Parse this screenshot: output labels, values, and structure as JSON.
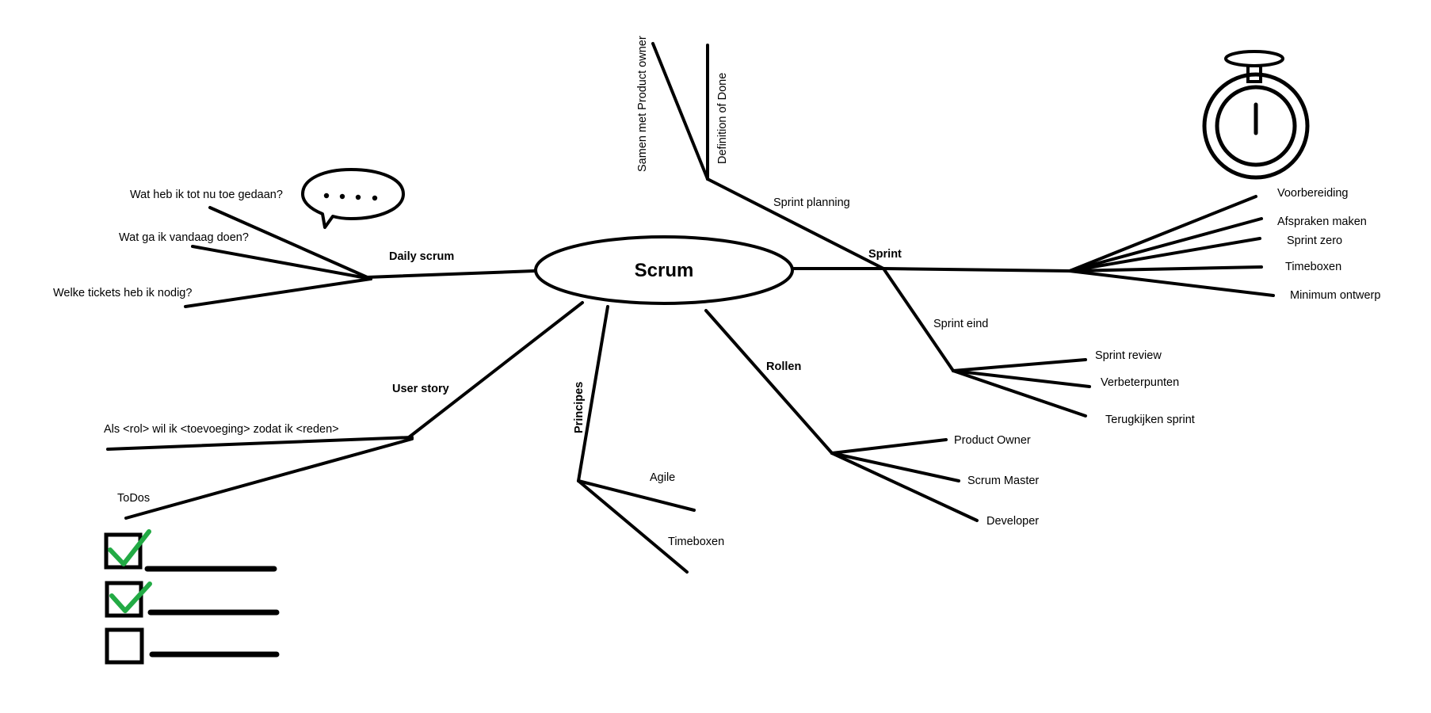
{
  "central": {
    "label": "Scrum"
  },
  "sprint": {
    "label": "Sprint",
    "planning": {
      "label": "Sprint planning",
      "items": [
        "Samen met Product owner",
        "Definition of Done"
      ]
    },
    "prep_items": [
      "Voorbereiding",
      "Afspraken maken",
      "Sprint zero",
      "Timeboxen",
      "Minimum ontwerp"
    ],
    "end": {
      "label": "Sprint eind",
      "items": [
        "Sprint review",
        "Verbeterpunten",
        "Terugkijken sprint"
      ]
    }
  },
  "daily_scrum": {
    "label": "Daily scrum",
    "items": [
      "Wat heb ik tot nu toe gedaan?",
      "Wat ga ik vandaag doen?",
      "Welke tickets heb ik nodig?"
    ]
  },
  "user_story": {
    "label": "User story",
    "items": [
      "Als <rol> wil ik <toevoeging> zodat ik <reden>",
      "ToDos"
    ]
  },
  "principes": {
    "label": "Principes",
    "items": [
      "Agile",
      "Timeboxen"
    ]
  },
  "rollen": {
    "label": "Rollen",
    "items": [
      "Product Owner",
      "Scrum Master",
      "Developer"
    ]
  },
  "todo_list": {
    "checked": [
      true,
      true,
      false
    ]
  },
  "colors": {
    "check": "#22aa44",
    "line": "#000000"
  },
  "icons": [
    "speech-bubble-icon",
    "stopwatch-icon",
    "checklist-icon"
  ]
}
